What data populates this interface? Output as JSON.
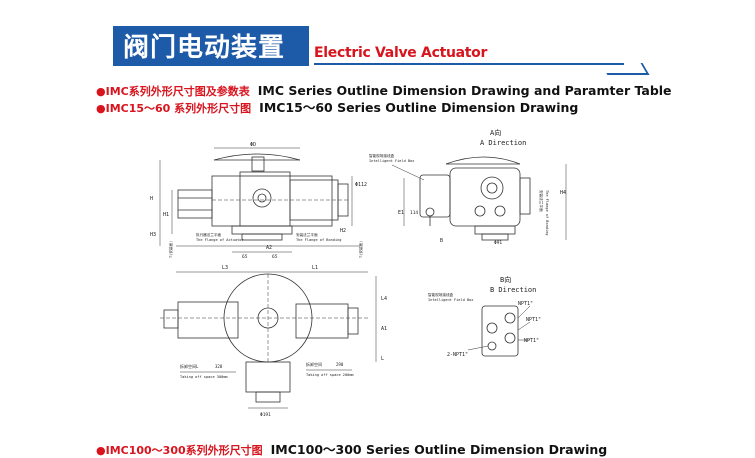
{
  "header": {
    "title_cn": "阀门电动装置",
    "title_en": "Electric Valve Actuator"
  },
  "headings": [
    {
      "bullet": "●",
      "cn": "IMC系列外形尺寸图及参数表",
      "en": "IMC Series Outline Dimension Drawing and Paramter Table"
    },
    {
      "bullet": "●",
      "cn": "IMC15～60 系列外形尺寸图",
      "en": "IMC15～60 Series Outline Dimension Drawing"
    },
    {
      "bullet": "●",
      "cn": "IMC100～300系列外形尺寸图",
      "en": "IMC100～300 Series Outline Dimension Drawing"
    }
  ],
  "drawing": {
    "front": {
      "dim_top": "ΦD",
      "dim_phi": "Φ112",
      "dim_h": "H",
      "dim_h1": "H1",
      "dim_h2": "H2",
      "dim_h3": "H3",
      "dim_a2": "A2",
      "dim_65a": "65",
      "dim_65b": "65",
      "label_flange_actuator_cn": "执行器法兰平面",
      "label_flange_actuator_en": "The Flange of Actuator",
      "label_flange_bonding_cn": "安装法兰平面",
      "label_flange_bonding_en": "The Flange of Bonding",
      "label_left_a": "T(安装面)",
      "label_left_b": "T(安装面)"
    },
    "side": {
      "title_cn": "A向",
      "title_en": "A Direction",
      "label_fieldbox_cn": "智能现场接线盒",
      "label_fieldbox_en": "Intelligent Field Box",
      "dim_b": "B",
      "dim_h4": "H4",
      "dim_e1": "E1",
      "dim_114": "114",
      "dim_phi": "Φ91",
      "label_bottom_cn": "安装法兰平面",
      "label_bottom_en": "The Flange of Bonding"
    },
    "top": {
      "dim_l3": "L3",
      "dim_l1": "L1",
      "dim_l4": "L4",
      "dim_a1": "A1",
      "dim_l": "L",
      "dim_phi": "Φ191",
      "label_left_cn": "拆卸空间L",
      "label_left_value": "328",
      "label_left_en": "Taking off space 300mm",
      "label_right_cn": "拆卸空间",
      "label_right_value": "290",
      "label_right_en": "Taking off space 200mm"
    },
    "bview": {
      "title_cn": "B向",
      "title_en": "B Direction",
      "label_fieldbox_cn": "智能现场接线盒",
      "label_fieldbox_en": "Intelligent Field Box",
      "npt1": "NPT1\"",
      "npt2": "NPT1\"",
      "npt3": "NPT1\"",
      "npt_left": "2-NPT1\""
    }
  }
}
